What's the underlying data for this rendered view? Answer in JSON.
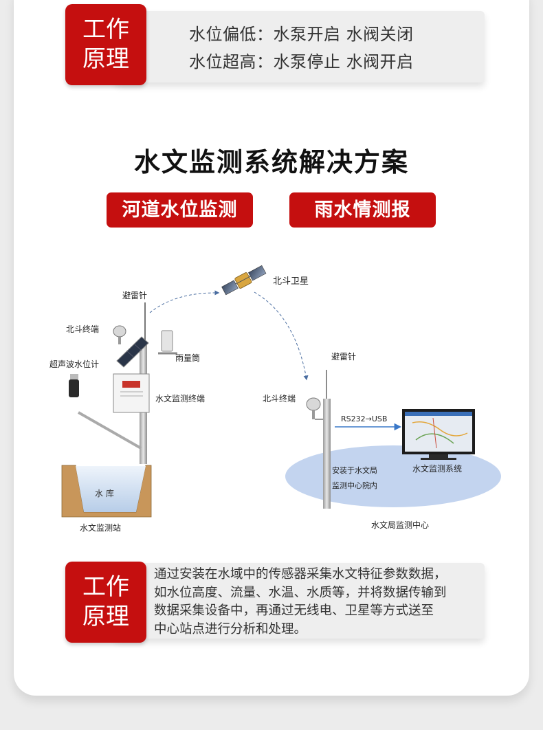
{
  "principle_top": {
    "badge_line1": "工作",
    "badge_line2": "原理",
    "line1": "水位偏低：水泵开启 水阀关闭",
    "line2": "水位超高：水泵停止 水阀开启"
  },
  "section_title": "水文监测系统解决方案",
  "tags": [
    "河道水位监测",
    "雨水情测报"
  ],
  "diagram": {
    "satellite": "北斗卫星",
    "lightning_rod_left": "避雷针",
    "beidou_terminal_left": "北斗终端",
    "rain_gauge": "雨量筒",
    "ultrasonic_sensor": "超声波水位计",
    "monitoring_terminal": "水文监测终端",
    "reservoir": "水 库",
    "station_caption": "水文监测站",
    "lightning_rod_right": "避雷针",
    "beidou_terminal_right": "北斗终端",
    "link": "RS232→USB",
    "install_line1": "安装于水文局",
    "install_line2": "监测中心院内",
    "system": "水文监测系统",
    "center_caption": "水文局监测中心"
  },
  "principle_bottom": {
    "badge_line1": "工作",
    "badge_line2": "原理",
    "line1": "通过安装在水域中的传感器采集水文特征参数数据，",
    "line2": "如水位高度、流量、水温、水质等，并将数据传输到",
    "line3": "数据采集设备中，再通过无线电、卫星等方式送至",
    "line4": "中心站点进行分析和处理。"
  },
  "colors": {
    "accent_red": "#c50f0f",
    "ellipse_blue": "#c3d4ef",
    "soil": "#c8965a"
  }
}
